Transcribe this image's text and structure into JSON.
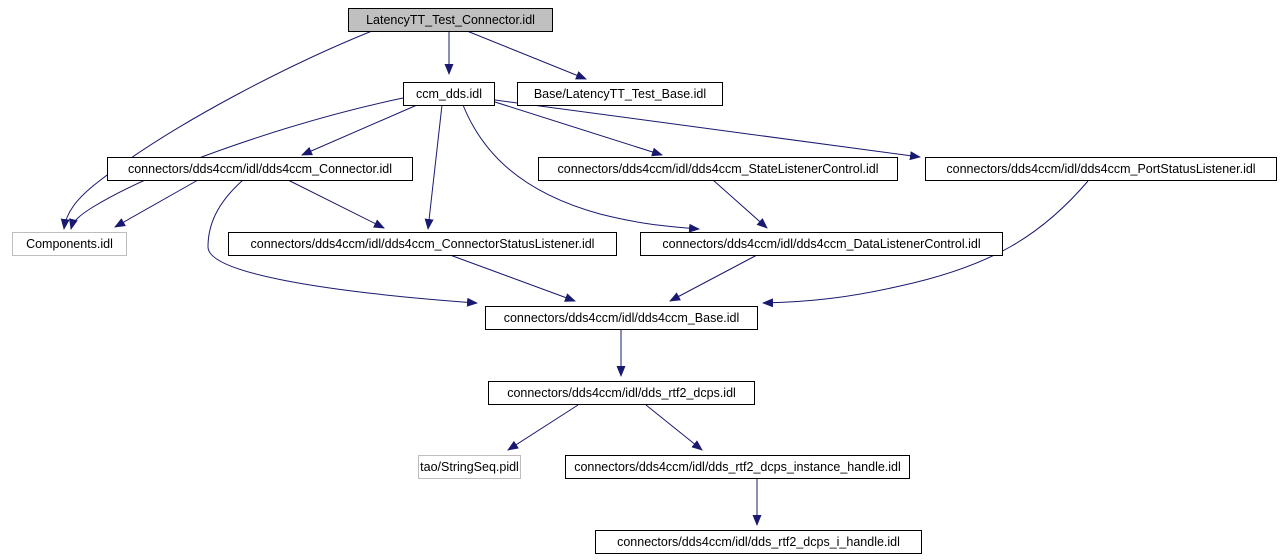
{
  "diagram": {
    "kind": "include-dependency-graph",
    "style": "doxygen",
    "colors": {
      "background": "#ffffff",
      "edge": "#191970",
      "node_fill": "#ffffff",
      "node_border": "#000000",
      "main_node_fill": "#c0c0c0",
      "external_node_border": "#bdbdbd",
      "text": "#000000"
    },
    "nodes": [
      {
        "id": "latencytt-test-connector",
        "label": "LatencyTT_Test_Connector.idl",
        "variant": "main"
      },
      {
        "id": "ccm-dds",
        "label": "ccm_dds.idl",
        "variant": "default"
      },
      {
        "id": "base-latencytt-test-base",
        "label": "Base/LatencyTT_Test_Base.idl",
        "variant": "default"
      },
      {
        "id": "dds4ccm-connector",
        "label": "connectors/dds4ccm/idl/dds4ccm_Connector.idl",
        "variant": "default"
      },
      {
        "id": "dds4ccm-statelistenercontrol",
        "label": "connectors/dds4ccm/idl/dds4ccm_StateListenerControl.idl",
        "variant": "default"
      },
      {
        "id": "dds4ccm-portstatuslistener",
        "label": "connectors/dds4ccm/idl/dds4ccm_PortStatusListener.idl",
        "variant": "default"
      },
      {
        "id": "components",
        "label": "Components.idl",
        "variant": "external"
      },
      {
        "id": "dds4ccm-connectorstatuslistener",
        "label": "connectors/dds4ccm/idl/dds4ccm_ConnectorStatusListener.idl",
        "variant": "default"
      },
      {
        "id": "dds4ccm-datalistenercontrol",
        "label": "connectors/dds4ccm/idl/dds4ccm_DataListenerControl.idl",
        "variant": "default"
      },
      {
        "id": "dds4ccm-base",
        "label": "connectors/dds4ccm/idl/dds4ccm_Base.idl",
        "variant": "default"
      },
      {
        "id": "dds-rtf2-dcps",
        "label": "connectors/dds4ccm/idl/dds_rtf2_dcps.idl",
        "variant": "default"
      },
      {
        "id": "tao-stringseq",
        "label": "tao/StringSeq.pidl",
        "variant": "external"
      },
      {
        "id": "dds-rtf2-dcps-instance-handle",
        "label": "connectors/dds4ccm/idl/dds_rtf2_dcps_instance_handle.idl",
        "variant": "default"
      },
      {
        "id": "dds-rtf2-dcps-i-handle",
        "label": "connectors/dds4ccm/idl/dds_rtf2_dcps_i_handle.idl",
        "variant": "default"
      }
    ],
    "edges": [
      {
        "from": "latencytt-test-connector",
        "to": "ccm-dds"
      },
      {
        "from": "latencytt-test-connector",
        "to": "base-latencytt-test-base"
      },
      {
        "from": "latencytt-test-connector",
        "to": "components"
      },
      {
        "from": "ccm-dds",
        "to": "components"
      },
      {
        "from": "ccm-dds",
        "to": "dds4ccm-connector"
      },
      {
        "from": "ccm-dds",
        "to": "dds4ccm-statelistenercontrol"
      },
      {
        "from": "ccm-dds",
        "to": "dds4ccm-portstatuslistener"
      },
      {
        "from": "ccm-dds",
        "to": "dds4ccm-connectorstatuslistener"
      },
      {
        "from": "ccm-dds",
        "to": "dds4ccm-datalistenercontrol"
      },
      {
        "from": "dds4ccm-connector",
        "to": "components"
      },
      {
        "from": "dds4ccm-connector",
        "to": "dds4ccm-connectorstatuslistener"
      },
      {
        "from": "dds4ccm-connector",
        "to": "dds4ccm-base"
      },
      {
        "from": "dds4ccm-statelistenercontrol",
        "to": "dds4ccm-datalistenercontrol"
      },
      {
        "from": "dds4ccm-connectorstatuslistener",
        "to": "dds4ccm-base"
      },
      {
        "from": "dds4ccm-datalistenercontrol",
        "to": "dds4ccm-base"
      },
      {
        "from": "dds4ccm-portstatuslistener",
        "to": "dds4ccm-base"
      },
      {
        "from": "dds4ccm-base",
        "to": "dds-rtf2-dcps"
      },
      {
        "from": "dds-rtf2-dcps",
        "to": "tao-stringseq"
      },
      {
        "from": "dds-rtf2-dcps",
        "to": "dds-rtf2-dcps-instance-handle"
      },
      {
        "from": "dds-rtf2-dcps-instance-handle",
        "to": "dds-rtf2-dcps-i-handle"
      }
    ]
  }
}
